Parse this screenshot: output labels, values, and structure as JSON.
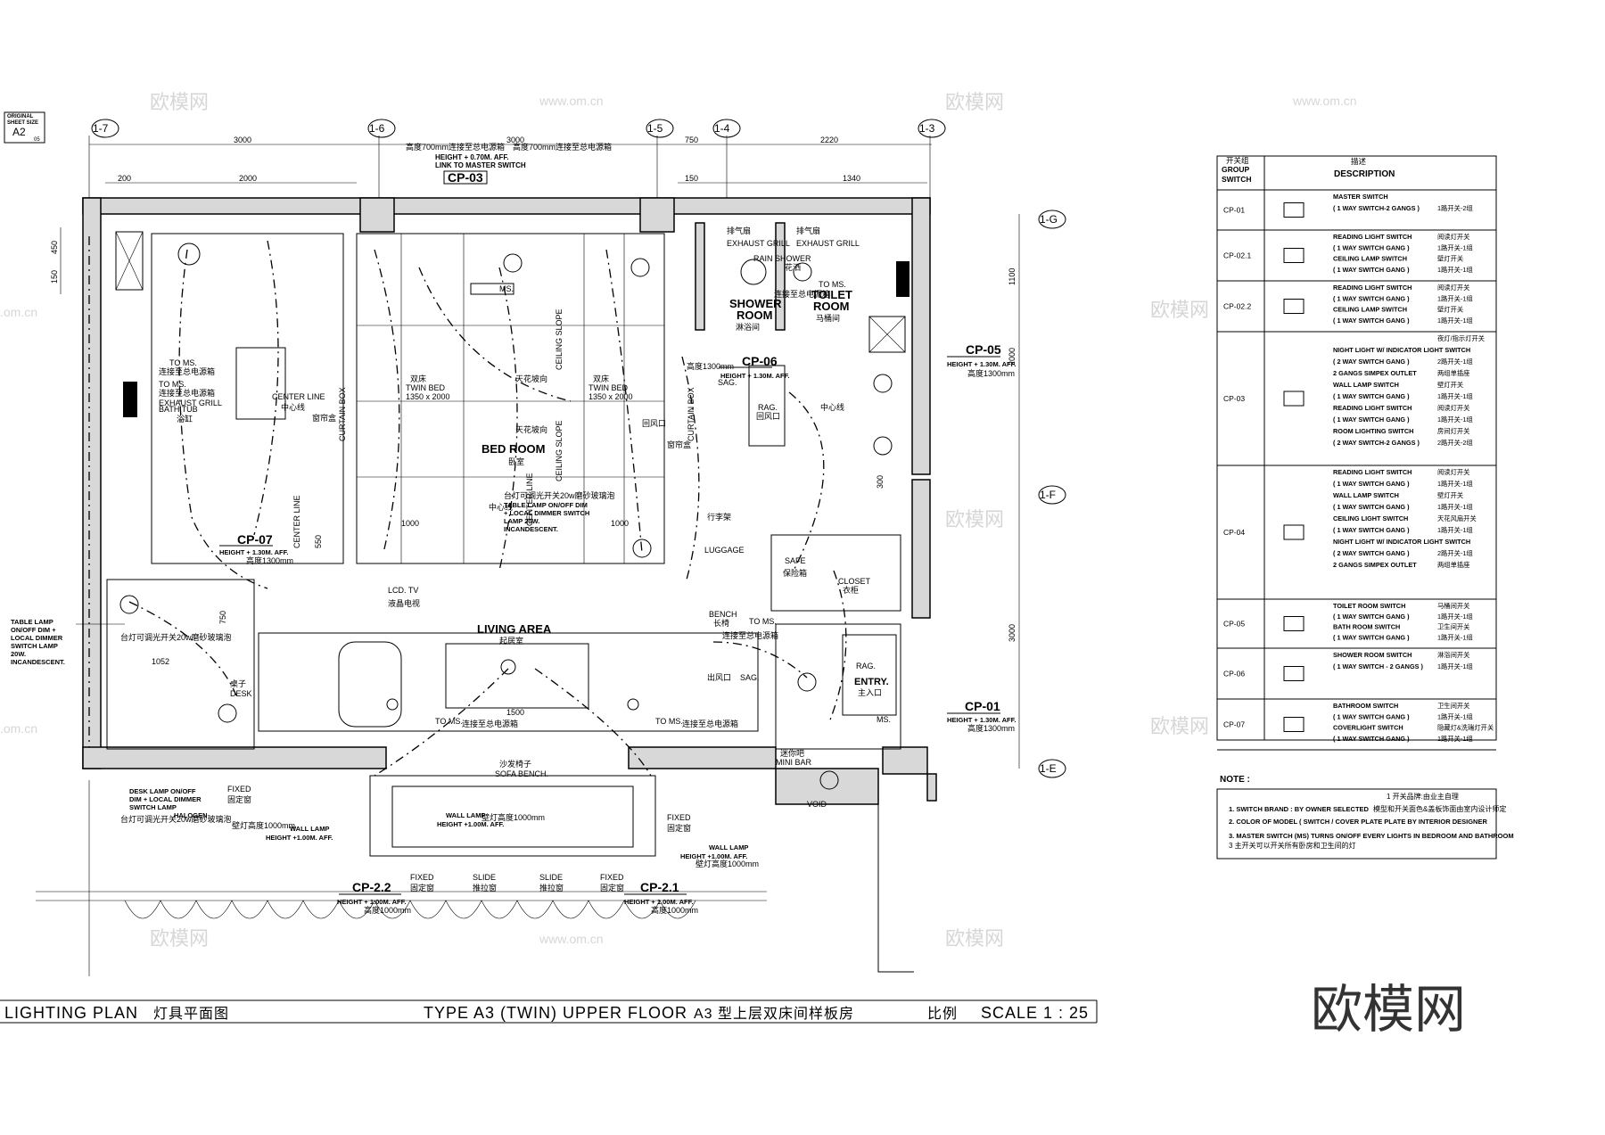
{
  "sheet": {
    "original_line1": "ORIGINAL",
    "original_line2": "SHEET SIZE",
    "size": "A2",
    "suffix": "05"
  },
  "grid": {
    "axes": [
      "1-7",
      "1-6",
      "1-5",
      "1-4",
      "1-3",
      "1-G",
      "1-F",
      "1-E"
    ],
    "dims_top": [
      "3000",
      "3000",
      "750",
      "2220"
    ],
    "dims_top2": [
      "200",
      "2000",
      "150",
      "1340"
    ],
    "dims_right": [
      "1100",
      "2000",
      "3000"
    ],
    "dims_left": [
      "450",
      "150"
    ],
    "dims_inner": [
      "1000",
      "1000",
      "550",
      "750",
      "1052",
      "1500",
      "300"
    ]
  },
  "notes_top": {
    "cn1": "高度700mm连接至总电源箱",
    "cn2": "高度700mm连接至总电源箱",
    "en": "HEIGHT + 0.70M. AFF.",
    "link": "LINK TO MASTER SWITCH"
  },
  "rooms": {
    "bedroom_en": "BED ROOM",
    "bedroom_cn": "卧室",
    "living_en": "LIVING AREA",
    "living_cn": "起居室",
    "shower_en": "SHOWER",
    "shower_en2": "ROOM",
    "shower_cn": "淋浴间",
    "toilet_en": "TOILET",
    "toilet_en2": "ROOM",
    "toilet_cn": "马桶间",
    "entry_en": "ENTRY.",
    "entry_cn": "主入口",
    "closet_en": "CLOSET",
    "closet_cn": "衣柜",
    "safe_en": "SAFE",
    "safe_cn": "保险箱",
    "minibar_cn": "迷你吧",
    "minibar_en": "MINI BAR",
    "sofa_cn": "沙发椅子",
    "sofa_en": "SOFA BENCH.",
    "desk_cn": "桌子",
    "desk_en": "DESK",
    "bench_en": "BENCH",
    "bench_cn": "长椅",
    "lcd_en": "LCD. TV",
    "lcd_cn": "液晶电视",
    "luggage_cn": "行李架",
    "luggage_en": "LUGGAGE",
    "twin_cn": "双床",
    "twin_en": "TWIN BED",
    "twin_size": "1350 x 2000",
    "bathtub_en": "BATH TUB",
    "bathtub_cn": "浴缸",
    "void": "VOID",
    "ms": "MS."
  },
  "annotations": {
    "to_ms": "TO MS.",
    "to_ms_cn": "连接至总电源箱",
    "exhaust_en": "EXHAUST GRILL",
    "exhaust_cn": "排气扇",
    "rain_en": "RAIN SHOWER",
    "rain_cn": "花洒",
    "center_line": "CENTER LINE",
    "center_cn": "中心线",
    "curtain_box": "CURTAIN BOX",
    "curtain_cn": "窗帘盒",
    "ceiling_slope": "CEILING SLOPE",
    "ceiling_cn": "天花坡向",
    "rag_en": "RAG.",
    "rag_cn": "回风口",
    "sag_en": "SAG.",
    "sag_cn": "出风口",
    "fixed_en": "FIXED",
    "fixed_cn": "固定窗",
    "slide_en": "SLIDE",
    "slide_cn": "推拉窗",
    "wall_lamp_en": "WALL LAMP",
    "wall_lamp_h": "HEIGHT +1.00M. AFF.",
    "wall_lamp_cn": "壁灯高度1000mm",
    "table_lamp_lines": [
      "TABLE LAMP",
      "ON/OFF DIM +",
      "LOCAL DIMMER",
      "SWITCH LAMP",
      "20W.",
      "INCANDESCENT."
    ],
    "table_lamp_cn": "台灯可调光开关20w磨砂玻璃泡",
    "table_lamp2_lines": [
      "TABLE LAMP ON/OFF DIM",
      "+ LOCAL DIMMER SWITCH",
      "LAMP 20W.",
      "INCANDESCENT."
    ],
    "desk_lamp_lines": [
      "DESK LAMP ON/OFF",
      "DIM + LOCAL DIMMER",
      "SWITCH LAMP",
      "HALOGEN"
    ],
    "desk_lamp_cn": "台灯可调光开关20w磨砂玻璃泡"
  },
  "switch_points": [
    {
      "id": "CP-03",
      "height": "",
      "cn": ""
    },
    {
      "id": "CP-05",
      "height": "HEIGHT + 1.30M. AFF.",
      "cn": "高度1300mm"
    },
    {
      "id": "CP-06",
      "height": "HEIGHT + 1.30M. AFF.",
      "cn": "高度1300mm"
    },
    {
      "id": "CP-07",
      "height": "HEIGHT + 1.30M. AFF.",
      "cn": "高度1300mm"
    },
    {
      "id": "CP-01",
      "height": "HEIGHT + 1.30M. AFF.",
      "cn": "高度1300mm"
    },
    {
      "id": "CP-2.2",
      "height": "HEIGHT + 1.00M. AFF.",
      "cn": "高度1000mm"
    },
    {
      "id": "CP-2.1",
      "height": "HEIGHT + 1.00M. AFF.",
      "cn": "高度1000mm"
    }
  ],
  "legend": {
    "h1_cn": "开关组",
    "h1_en1": "GROUP",
    "h1_en2": "SWITCH",
    "h2_cn": "描述",
    "h2_en": "DESCRIPTION",
    "rows": [
      {
        "id": "CP-01",
        "lines": [
          [
            "MASTER SWITCH",
            ""
          ],
          [
            "( 1 WAY SWITCH-2 GANGS )",
            "1路开关-2组"
          ]
        ]
      },
      {
        "id": "CP-02.1",
        "lines": [
          [
            "READING LIGHT SWITCH",
            "阅读灯开关"
          ],
          [
            "( 1 WAY SWITCH GANG )",
            "1路开关-1组"
          ],
          [
            "CEILING LAMP SWITCH",
            "壁灯开关"
          ],
          [
            "( 1 WAY SWITCH GANG )",
            "1路开关-1组"
          ]
        ]
      },
      {
        "id": "CP-02.2",
        "lines": [
          [
            "READING LIGHT SWITCH",
            "阅读灯开关"
          ],
          [
            "( 1 WAY SWITCH GANG )",
            "1路开关-1组"
          ],
          [
            "CEILING LAMP SWITCH",
            "壁灯开关"
          ],
          [
            "( 1 WAY SWITCH GANG )",
            "1路开关-1组"
          ]
        ]
      },
      {
        "id": "CP-03",
        "lines": [
          [
            "",
            "夜灯/指示灯开关"
          ],
          [
            "NIGHT LIGHT W/ INDICATOR LIGHT SWITCH",
            ""
          ],
          [
            "( 2 WAY SWITCH GANG )",
            "2路开关-1组"
          ],
          [
            "2 GANGS SIMPEX OUTLET",
            "两组单插座"
          ],
          [
            "WALL LAMP SWITCH",
            "壁灯开关"
          ],
          [
            "( 1 WAY SWITCH GANG )",
            "1路开关-1组"
          ],
          [
            "READING LIGHT SWITCH",
            "阅读灯开关"
          ],
          [
            "( 1 WAY SWITCH GANG )",
            "1路开关-1组"
          ],
          [
            "ROOM LIGHTING SWITCH",
            "房间灯开关"
          ],
          [
            "( 2 WAY SWITCH-2 GANGS )",
            "2路开关-2组"
          ]
        ]
      },
      {
        "id": "CP-04",
        "lines": [
          [
            "READING LIGHT SWITCH",
            "阅读灯开关"
          ],
          [
            "( 1 WAY SWITCH GANG )",
            "1路开关-1组"
          ],
          [
            "WALL LAMP SWITCH",
            "壁灯开关"
          ],
          [
            "( 1 WAY SWITCH GANG )",
            "1路开关-1组"
          ],
          [
            "CEILING LIGHT SWITCH",
            "天花风扇开关"
          ],
          [
            "( 1 WAY SWITCH GANG )",
            "1路开关-1组"
          ],
          [
            "NIGHT LIGHT W/ INDICATOR LIGHT SWITCH",
            ""
          ],
          [
            "( 2 WAY SWITCH GANG )",
            "2路开关-1组"
          ],
          [
            "2 GANGS SIMPEX OUTLET",
            "两组单插座"
          ]
        ]
      },
      {
        "id": "CP-05",
        "lines": [
          [
            "TOILET ROOM SWITCH",
            "马桶间开关"
          ],
          [
            "( 1 WAY SWITCH GANG )",
            "1路开关-1组"
          ],
          [
            "BATH ROOM SWITCH",
            "卫生间开关"
          ],
          [
            "( 1 WAY SWITCH GANG )",
            "1路开关-1组"
          ]
        ]
      },
      {
        "id": "CP-06",
        "lines": [
          [
            "SHOWER ROOM SWITCH",
            "淋浴间开关"
          ],
          [
            "( 1 WAY SWITCH - 2 GANGS )",
            "1路开关-1组"
          ]
        ]
      },
      {
        "id": "CP-07",
        "lines": [
          [
            "BATHROOM SWITCH",
            "卫生间开关"
          ],
          [
            "( 1 WAY SWITCH GANG )",
            "1路开关-1组"
          ],
          [
            "COVERLIGHT SWITCH",
            "隐藏灯&洗瑞灯开关"
          ],
          [
            "( 1 WAY SWITCH GANG )",
            "1路开关-1组"
          ]
        ]
      }
    ]
  },
  "note": {
    "title": "NOTE :",
    "lines": [
      "1 开关品牌:由业主自理",
      "1. SWITCH BRAND : BY OWNER SELECTED",
      "模型和开关面色&盖板饰面由室内设计师定",
      "2. COLOR OF MODEL ( SWITCH / COVER PLATE PLATE BY INTERIOR DESIGNER",
      "3. MASTER SWITCH (MS) TURNS ON/OFF EVERY LIGHTS IN BEDROOM AND BATHROOM",
      "3 主开关可以开关所有卧房和卫生间的灯"
    ]
  },
  "titleblock": {
    "left_en": "LIGHTING PLAN",
    "left_cn": "灯具平面图",
    "center_en": "TYPE A3 (TWIN) UPPER FLOOR",
    "center_cn": "A3 型上层双床间样板房",
    "scale_cn": "比例",
    "scale_en": "SCALE 1 : 25"
  },
  "watermark": {
    "brand": "欧模网",
    "url": "www.om.cn",
    "cn": ".om.cn"
  }
}
